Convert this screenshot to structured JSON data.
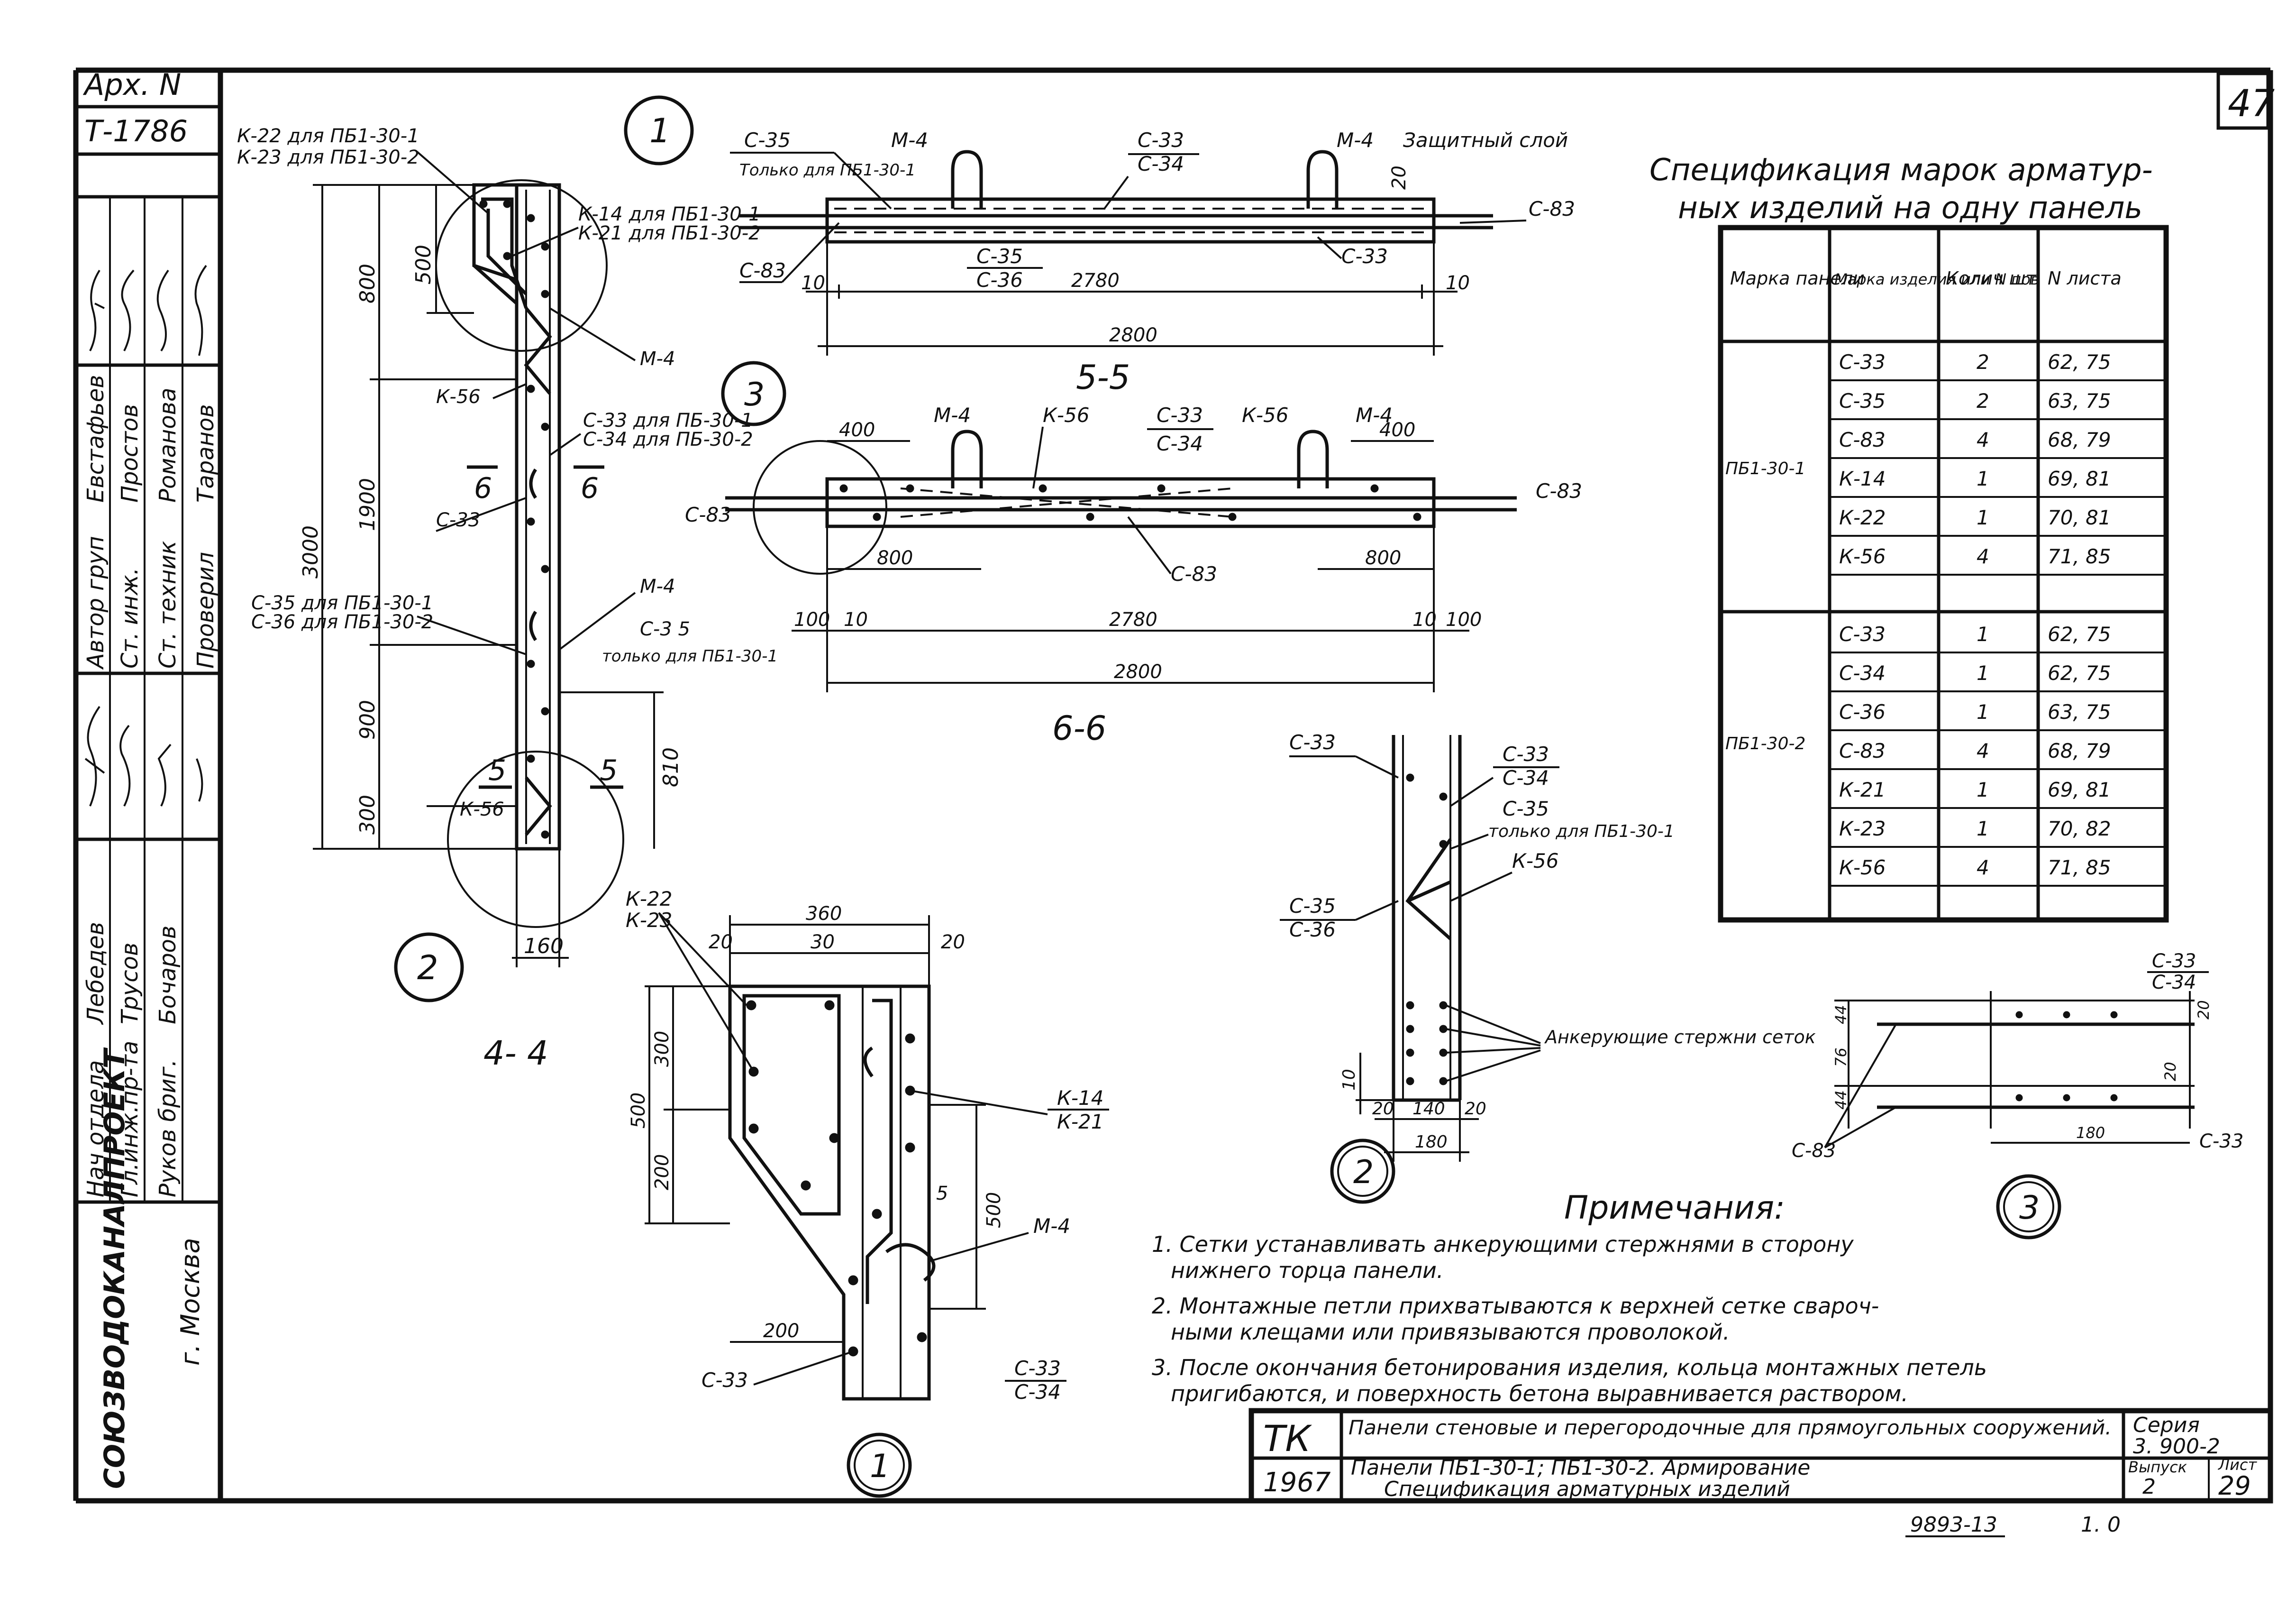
{
  "sheet": {
    "number": "47",
    "archive_label": "Арх. N",
    "archive_number": "Т-1786"
  },
  "left_stamp": {
    "roles": [
      "Автор груп",
      "Ст. инж.",
      "Ст. техник",
      "Проверил",
      "Нач отдела",
      "Гл.инж.пр-та",
      "Руков бриг."
    ],
    "names": [
      "Евстафьев",
      "Простов",
      "Романова",
      "Таранов",
      "Лебедев",
      "Трусов",
      "Бочаров"
    ],
    "organization": "СОЮЗВОДОКАНАЛПРОЕКТ",
    "city": "г. Москва"
  },
  "section_4_4": {
    "title": "4- 4",
    "labels": {
      "k22": "К-22 для ПБ1-30-1",
      "k23": "К-23 для ПБ1-30-2",
      "k14": "К-14 для ПБ1-30-1",
      "k21": "К-21 для ПБ1-30-2",
      "m4": "М-4",
      "k56a": "К-56",
      "c33_note1": "С-33 для ПБ-30-1",
      "c34_note": "С-34 для ПБ-30-2",
      "c33": "С-33",
      "c35_note": "С-35 для ПБ1-30-1",
      "c36_note": "С-36 для ПБ1-30-2",
      "m4b": "М-4",
      "c35_only": "С-3 5",
      "only_note": "только для ПБ1-30-1",
      "k56b": "К-56",
      "cut6": "6",
      "cut5": "5"
    },
    "dims": [
      "500",
      "800",
      "1900",
      "3000",
      "900",
      "300",
      "810",
      "160"
    ],
    "callouts": [
      "1",
      "2"
    ]
  },
  "section_5_5": {
    "title": "5-5",
    "labels": {
      "c35": "С-35",
      "only": "Только для ПБ1-30-1",
      "m4a": "М-4",
      "c33": "С-33",
      "c34": "С-34",
      "m4b": "М-4",
      "protect": "Защитный слой",
      "c83a": "С-83",
      "c83b": "С-83",
      "c35b": "С-35",
      "c36": "С-36",
      "c33b": "С-33"
    },
    "dims": [
      "10",
      "2780",
      "10",
      "2800",
      "20"
    ]
  },
  "section_6_6": {
    "title": "6-6",
    "labels": {
      "c83a": "С-83",
      "m4a": "М-4",
      "k56a": "К-56",
      "c33": "С-33",
      "c34": "С-34",
      "k56b": "К-56",
      "m4b": "М-4",
      "c83b": "С-83",
      "c83c": "С-83"
    },
    "dims": [
      "400",
      "400",
      "800",
      "800",
      "100",
      "10",
      "2780",
      "10",
      "100",
      "2800"
    ],
    "callout": "3"
  },
  "detail_1": {
    "labels": {
      "k22": "К-22",
      "k23": "К-23",
      "k14": "К-14",
      "k21": "К-21",
      "m4": "М-4",
      "c33a": "С-33",
      "c33b": "С-33",
      "c34": "С-34"
    },
    "dims": [
      "360",
      "20",
      "30",
      "20",
      "300",
      "200",
      "500",
      "500",
      "5",
      "200"
    ],
    "number": "1"
  },
  "detail_2": {
    "labels": {
      "c33a": "С-33",
      "c33b": "С-33",
      "c34": "С-34",
      "c35": "С-35",
      "only": "только для ПБ1-30-1",
      "k56": "К-56",
      "c35b": "С-35",
      "c36": "С-36",
      "anchor": "Анкерующие стержни сеток"
    },
    "dims": [
      "10",
      "20",
      "140",
      "20",
      "180"
    ],
    "number": "2"
  },
  "detail_3": {
    "labels": {
      "c33": "С-33",
      "c34": "С-34",
      "c83": "С-83",
      "c33b": "С-33"
    },
    "dims": [
      "44",
      "76",
      "44",
      "20",
      "20",
      "180"
    ],
    "number": "3"
  },
  "spec_table": {
    "title_line1": "Спецификация марок арматур-",
    "title_line2": "ных изделий на одну панель",
    "headers": [
      "Марка панели",
      "Марка изделия или N пов",
      "Колич шт.",
      "N листа"
    ],
    "groups": [
      {
        "panel": "ПБ1-30-1",
        "rows": [
          [
            "С-33",
            "2",
            "62, 75"
          ],
          [
            "С-35",
            "2",
            "63, 75"
          ],
          [
            "С-83",
            "4",
            "68, 79"
          ],
          [
            "К-14",
            "1",
            "69, 81"
          ],
          [
            "К-22",
            "1",
            "70, 81"
          ],
          [
            "К-56",
            "4",
            "71, 85"
          ]
        ]
      },
      {
        "panel": "ПБ1-30-2",
        "rows": [
          [
            "С-33",
            "1",
            "62, 75"
          ],
          [
            "С-34",
            "1",
            "62, 75"
          ],
          [
            "С-36",
            "1",
            "63, 75"
          ],
          [
            "С-83",
            "4",
            "68, 79"
          ],
          [
            "К-21",
            "1",
            "69, 81"
          ],
          [
            "К-23",
            "1",
            "70, 82"
          ],
          [
            "К-56",
            "4",
            "71, 85"
          ]
        ]
      }
    ]
  },
  "notes": {
    "title": "Примечания:",
    "items": [
      "1. Сетки устанавливать анкерующими стержнями в сторону",
      "нижнего торца панели.",
      "2. Монтажные петли прихватываются к верхней сетке свароч-",
      "ными клещами или привязываются проволокой.",
      "3. После окончания бетонирования изделия, кольца монтажных петель",
      "пригибаются, и поверхность бетона выравнивается раствором."
    ]
  },
  "title_block": {
    "logo": "ТК",
    "series_title": "Панели стеновые и перегородочные для прямоугольных сооружений.",
    "year": "1967",
    "sheet_title_1": "Панели ПБ1-30-1; ПБ1-30-2. Армирование",
    "sheet_title_2": "Спецификация арматурных изделий",
    "series_label": "Серия",
    "series_value": "3. 900-2",
    "issue_label": "Выпуск",
    "issue_value": "2",
    "sheet_label": "Лист",
    "sheet_value": "29",
    "code": "9893-13",
    "page": "1. 0"
  }
}
